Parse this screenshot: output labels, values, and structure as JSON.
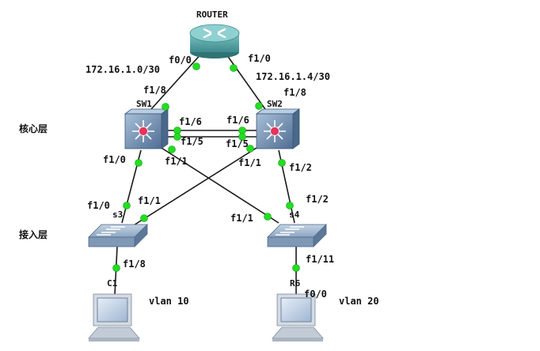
{
  "layers": {
    "core": "核心层",
    "access": "接入层"
  },
  "devices": {
    "router": "ROUTER",
    "sw1": "SW1",
    "sw2": "SW2",
    "s3": "s3",
    "s4": "s4",
    "pc_left": "C1",
    "pc_right": "R6"
  },
  "subnets": {
    "left": "172.16.1.0/30",
    "right": "172.16.1.4/30"
  },
  "ports": {
    "r_f00": "f0/0",
    "r_f10": "f1/0",
    "sw1_f18": "f1/8",
    "sw2_f18": "f1/8",
    "sw1_f16": "f1/6",
    "sw2_f16": "f1/6",
    "sw1_f15": "f1/5",
    "sw2_f15": "f1/5",
    "sw1_f10": "f1/0",
    "sw1_f11": "f1/1",
    "sw2_f11": "f1/1",
    "sw2_f12": "f1/2",
    "s3_f10": "f1/0",
    "s3_f11": "f1/1",
    "s4_f11": "f1/1",
    "s4_f12": "f1/2",
    "s3_f18": "f1/8",
    "s4_f111": "f1/11",
    "pc_right_f00": "f0/0"
  },
  "vlans": {
    "left": "vlan 10",
    "right": "vlan 20"
  },
  "colors": {
    "router_body": "#4a9a9c",
    "switch_l3": "#6f8fb3",
    "switch_l2": "#8aa3c0",
    "port_dot": "#22dd22",
    "link": "#1a1a1a"
  }
}
